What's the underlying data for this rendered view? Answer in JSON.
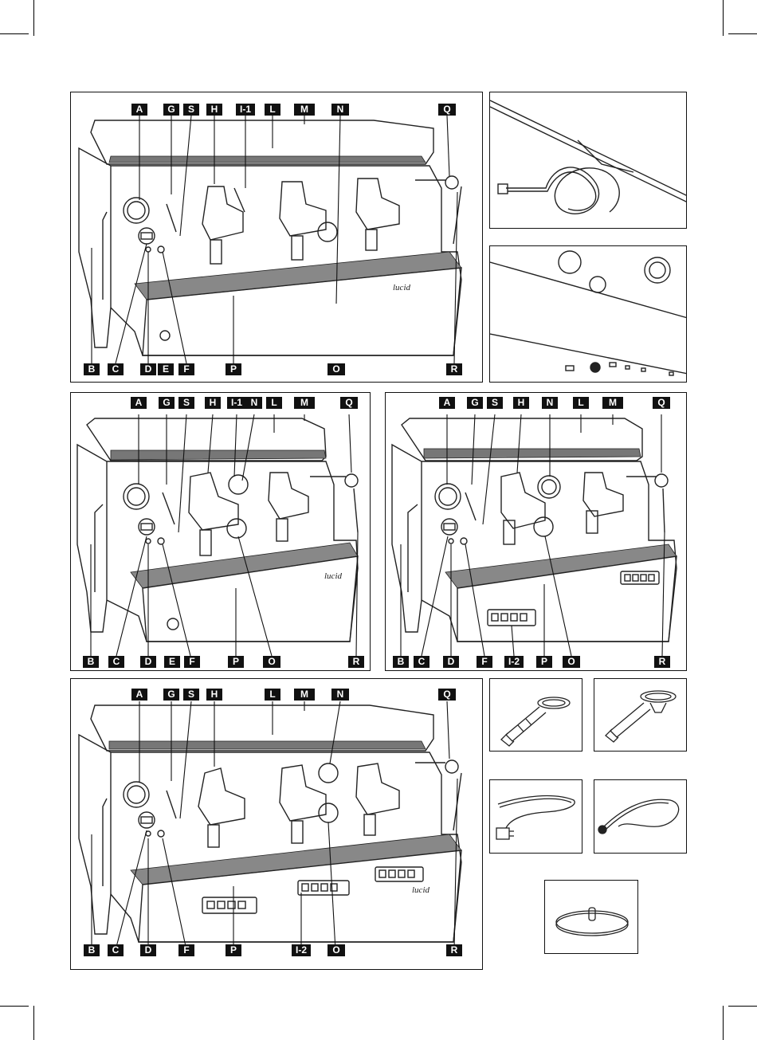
{
  "panel1": {
    "top_labels": [
      "A",
      "G",
      "S",
      "H",
      "I-1",
      "L",
      "M",
      "N",
      "Q"
    ],
    "bottom_labels": [
      "B",
      "C",
      "D",
      "E",
      "F",
      "P",
      "O",
      "R"
    ],
    "logo": "lucid"
  },
  "panel2": {
    "top_labels": [
      "A",
      "G",
      "S",
      "H",
      "I-1",
      "N",
      "L",
      "M",
      "Q"
    ],
    "bottom_labels": [
      "B",
      "C",
      "D",
      "E",
      "F",
      "P",
      "O",
      "R"
    ],
    "logo": "lucid"
  },
  "panel3": {
    "top_labels": [
      "A",
      "G",
      "S",
      "H",
      "N",
      "L",
      "M",
      "Q"
    ],
    "bottom_labels": [
      "B",
      "C",
      "D",
      "F",
      "I-2",
      "P",
      "O",
      "R"
    ]
  },
  "panel4": {
    "top_labels": [
      "A",
      "G",
      "S",
      "H",
      "L",
      "M",
      "N",
      "Q"
    ],
    "bottom_labels": [
      "B",
      "C",
      "D",
      "F",
      "P",
      "I-2",
      "O",
      "R"
    ],
    "logo": "lucid"
  }
}
